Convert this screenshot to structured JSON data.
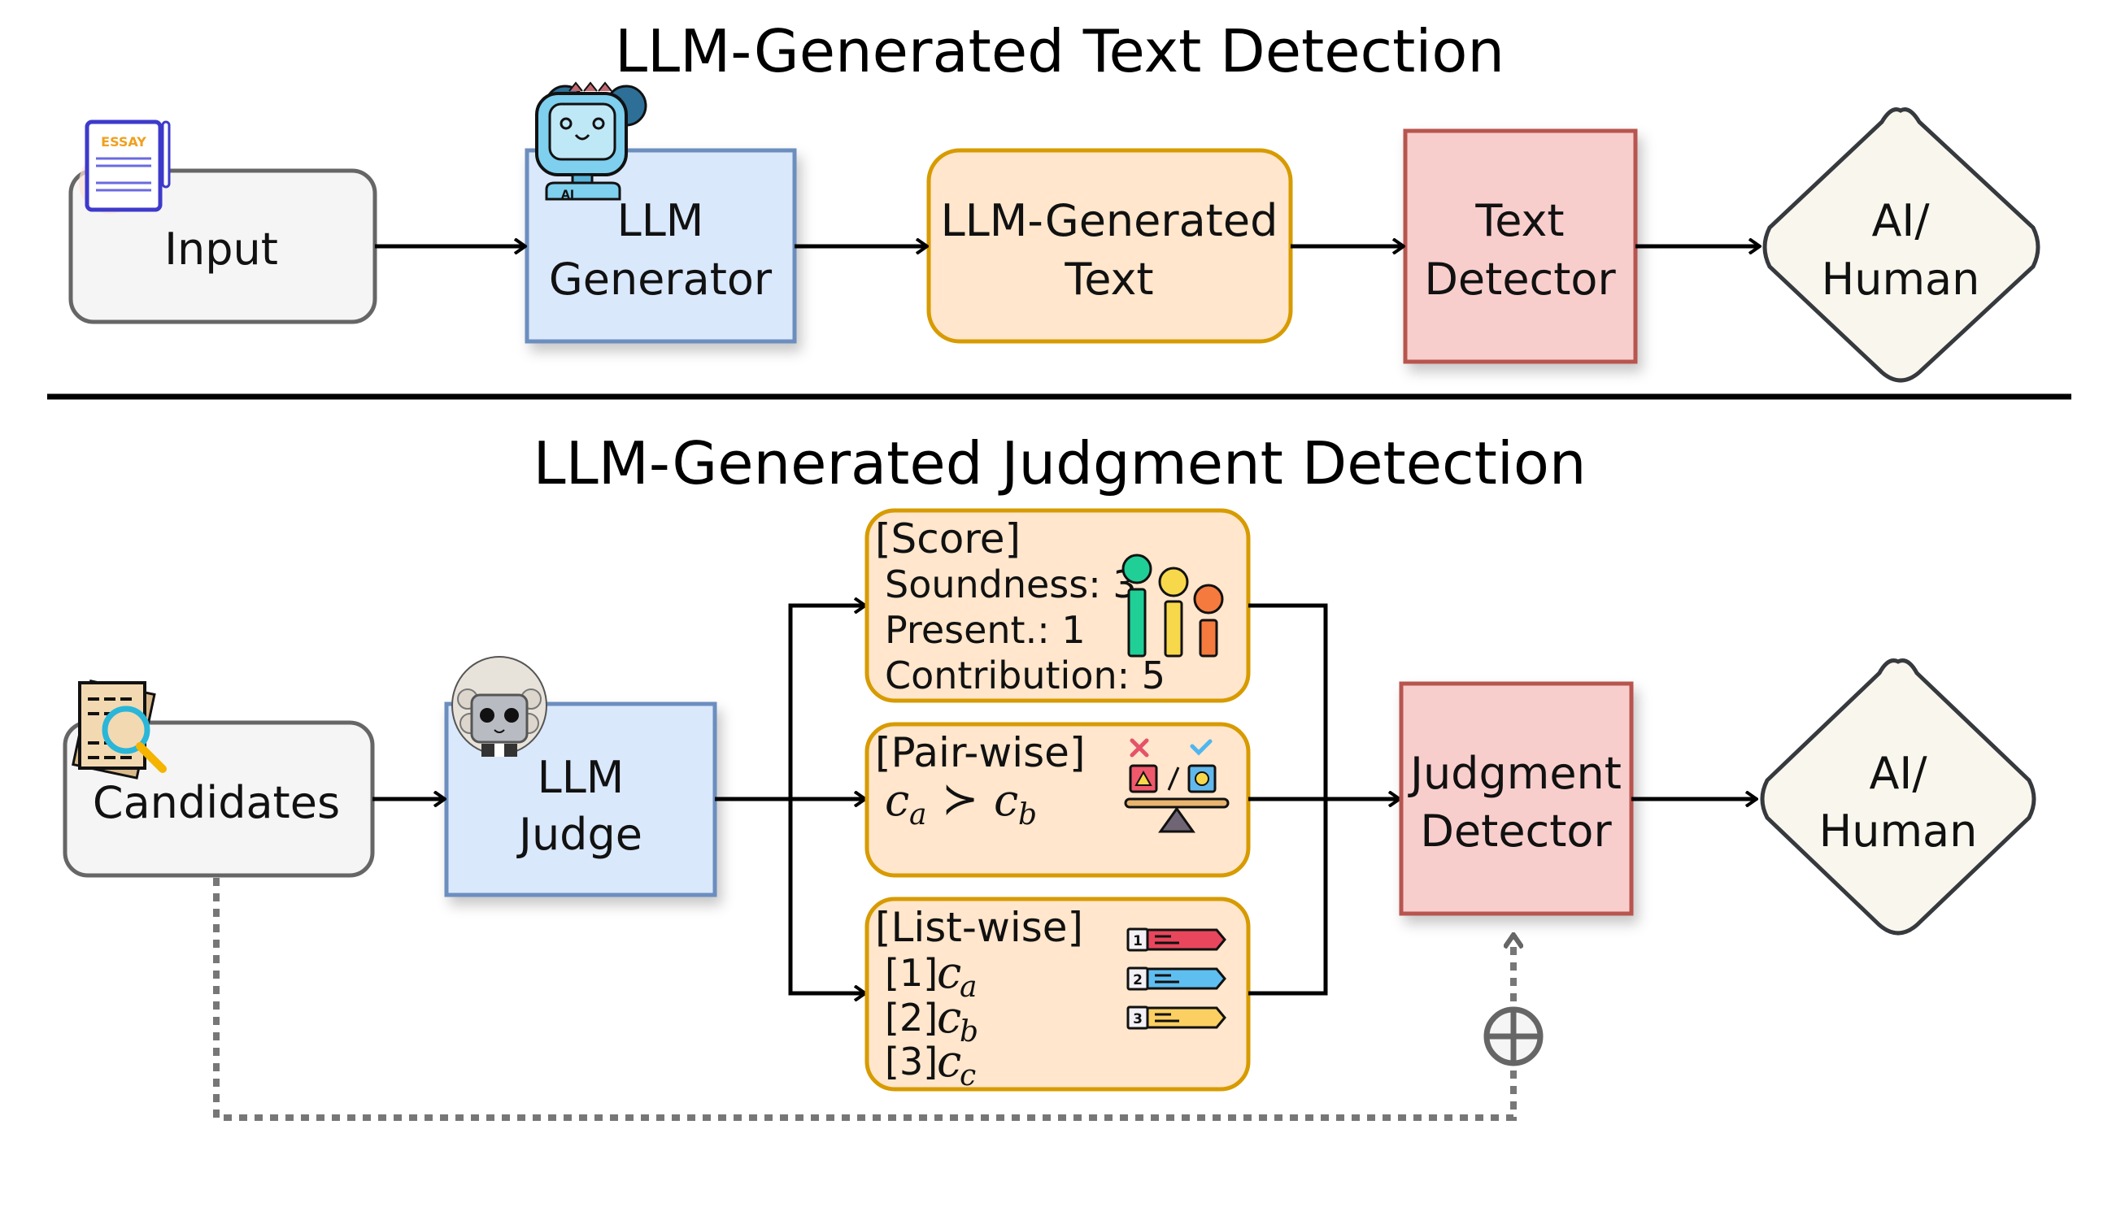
{
  "top_section": {
    "title": "LLM-Generated Text Detection",
    "input": {
      "label": "Input",
      "icon": "essay-document-icon",
      "icon_text": "ESSAY"
    },
    "generator": {
      "line1": "LLM",
      "line2": "Generator",
      "icon": "robot-ai-icon",
      "icon_text": "AI"
    },
    "generated_text": {
      "line1": "LLM-Generated",
      "line2": "Text"
    },
    "detector": {
      "line1": "Text",
      "line2": "Detector"
    },
    "output": {
      "line1": "AI/",
      "line2": "Human"
    }
  },
  "bottom_section": {
    "title": "LLM-Generated Judgment Detection",
    "candidates": {
      "label": "Candidates",
      "icon": "document-magnifier-icon"
    },
    "judge": {
      "line1": "LLM",
      "line2": "Judge",
      "icon": "judge-robot-wig-icon"
    },
    "score": {
      "header": "[Score]",
      "items": [
        "Soundness: 3",
        "Present.: 1",
        "Contribution: 5"
      ],
      "icon": "emoji-bar-rating-icon"
    },
    "pairwise": {
      "header": "[Pair-wise]",
      "left": "c",
      "left_sub": "a",
      "relation": "≻",
      "right": "c",
      "right_sub": "b",
      "icon": "balance-scale-icon"
    },
    "listwise": {
      "header": "[List-wise]",
      "items": [
        {
          "rank": "[1]",
          "var": "c",
          "sub": "a"
        },
        {
          "rank": "[2]",
          "var": "c",
          "sub": "b"
        },
        {
          "rank": "[3]",
          "var": "c",
          "sub": "c"
        }
      ],
      "rank_badges": [
        "1",
        "2",
        "3"
      ],
      "icon": "ranking-list-icon"
    },
    "detector": {
      "line1": "Judgment",
      "line2": "Detector"
    },
    "output": {
      "line1": "AI/",
      "line2": "Human"
    },
    "combine_symbol": "⊕"
  },
  "colors": {
    "gray_fill": "#f5f5f5",
    "gray_stroke": "#666666",
    "blue_fill": "#dae8fc",
    "blue_stroke": "#6c8ebf",
    "orange_fill": "#ffe6cc",
    "orange_stroke": "#d79b00",
    "red_fill": "#f8cecc",
    "red_stroke": "#b85450",
    "diamond_fill": "#f9f7ed",
    "diamond_stroke": "#36393d"
  }
}
